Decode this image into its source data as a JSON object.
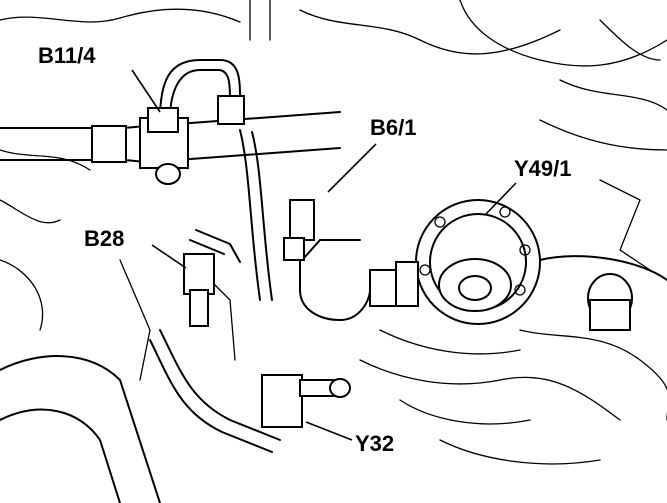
{
  "callouts": {
    "b11_4": "B11/4",
    "b6_1": "B6/1",
    "y49_1": "Y49/1",
    "b28": "B28",
    "y32": "Y32"
  }
}
